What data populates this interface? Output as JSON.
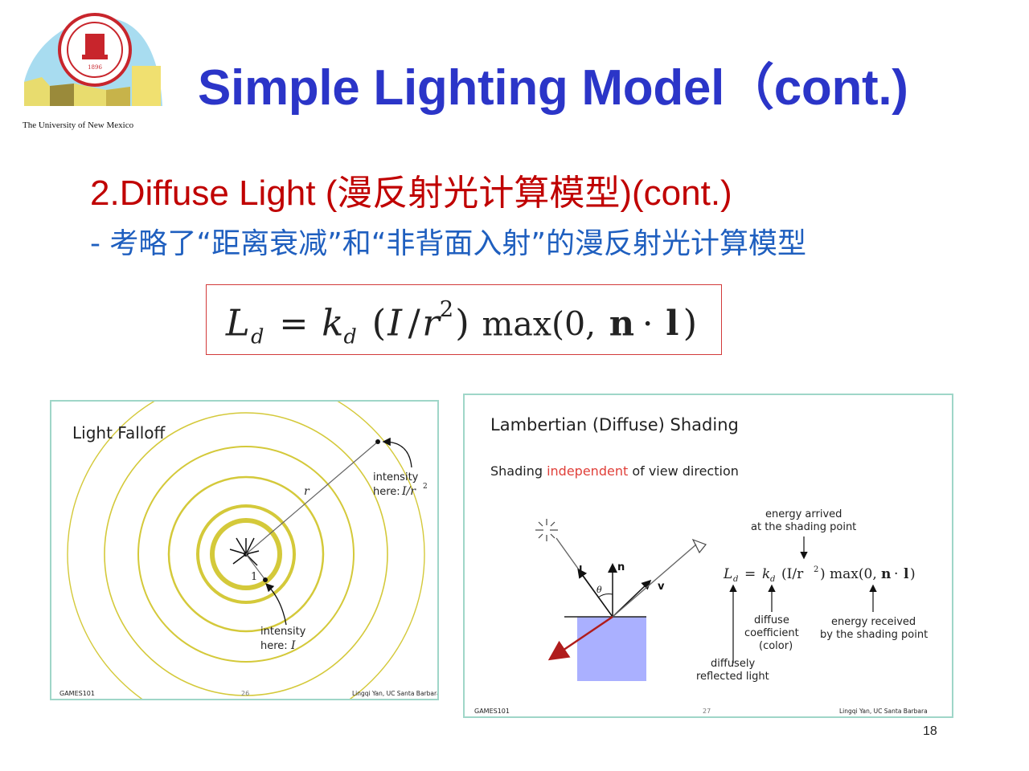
{
  "header": {
    "logo_caption": "The University of New Mexico",
    "title": "Simple Lighting Model（cont.)"
  },
  "content": {
    "subtitle": "2.Diffuse Light (漫反射光计算模型)(cont.)",
    "bullet": "- 考略了“距离衰减”和“非背面入射”的漫反射光计算模型",
    "formula": {
      "lhs_symbol": "L",
      "lhs_sub": "d",
      "eq": "=",
      "k_symbol": "k",
      "k_sub": "d",
      "paren_open": "(",
      "intensity": "I",
      "slash": "/",
      "r": "r",
      "exp": "2",
      "paren_close": ")",
      "max_text": "max(0,",
      "n": "n",
      "dot": "·",
      "l": "l",
      "end": ")"
    }
  },
  "figure_left": {
    "title": "Light Falloff",
    "r_label": "r",
    "one_label": "1",
    "intensity_outer_1": "intensity",
    "intensity_outer_2": "here:",
    "intensity_outer_formula": "I/r",
    "intensity_outer_exp": "2",
    "intensity_inner_1": "intensity",
    "intensity_inner_2": "here:",
    "intensity_inner_formula": "I",
    "footer_left": "GAMES101",
    "footer_mid": "26",
    "footer_right": "Lingqi Yan, UC Santa Barbara",
    "ring_color": "#d4c93a"
  },
  "figure_right": {
    "title": "Lambertian (Diffuse) Shading",
    "caption_pre": "Shading ",
    "caption_hl": "independent",
    "caption_post": " of view direction",
    "label_l": "l",
    "label_n": "n",
    "label_v": "v",
    "label_theta": "θ",
    "energy_arrived_1": "energy arrived",
    "energy_arrived_2": "at the shading point",
    "formula": "L_d = k_d (I/r²) max(0, n · l)",
    "f_L": "L",
    "f_d1": "d",
    "f_eq": "=",
    "f_k": "k",
    "f_d2": "d",
    "f_p1": "(I/r",
    "f_exp": "2",
    "f_p2": ") max(0,",
    "f_n": "n",
    "f_dot": "·",
    "f_l": "l",
    "f_end": ")",
    "diffuse_1": "diffuse",
    "diffuse_2": "coefficient",
    "diffuse_3": "(color)",
    "received_1": "energy received",
    "received_2": "by the shading point",
    "reflected_1": "diffusely",
    "reflected_2": "reflected light",
    "footer_left": "GAMES101",
    "footer_mid": "27",
    "footer_right": "Lingqi Yan, UC Santa Barbara",
    "highlight_color": "#e0403a",
    "block_color": "#aab0ff"
  },
  "page_number": "18"
}
